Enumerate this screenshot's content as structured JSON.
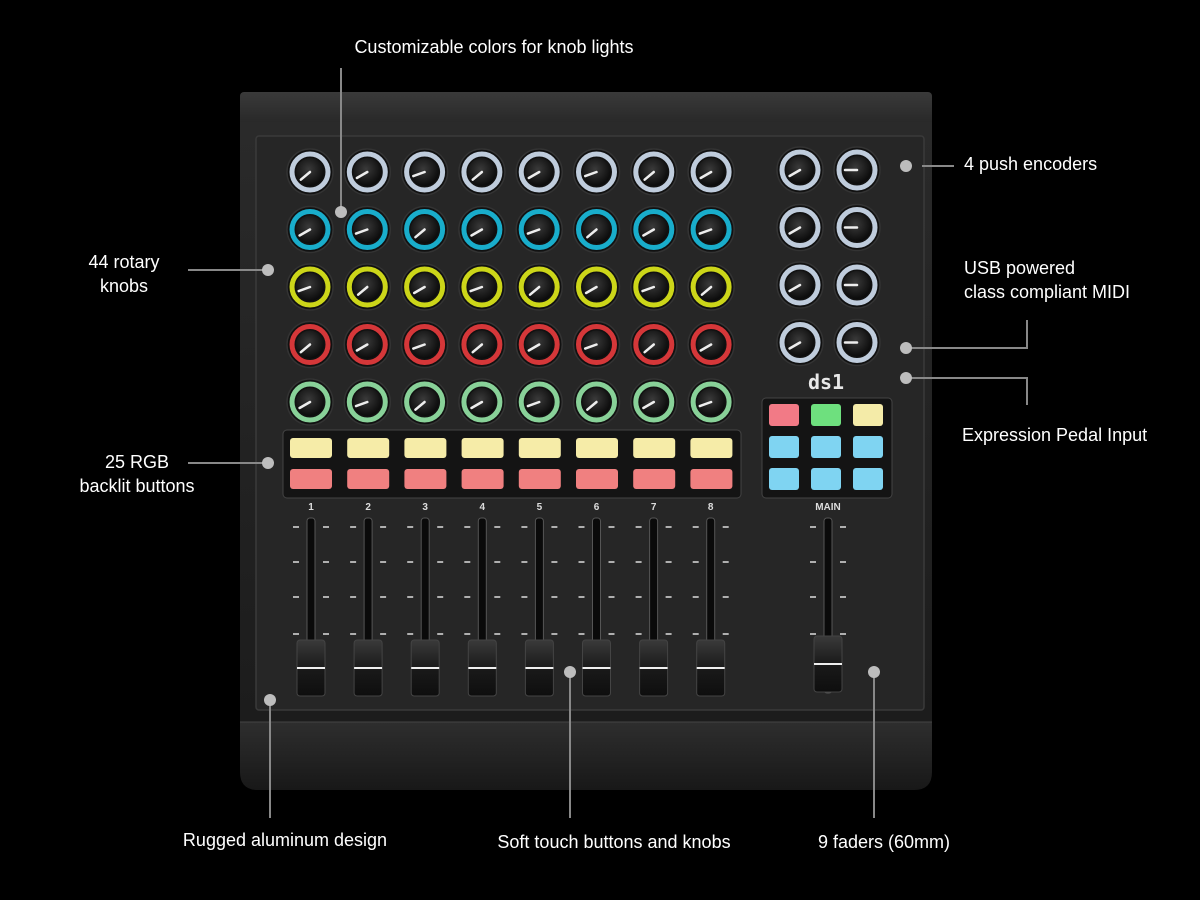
{
  "callouts": {
    "knob_lights": "Customizable colors for knob lights",
    "push_encoders": "4 push encoders",
    "rotary_knobs_line1": "44 rotary",
    "rotary_knobs_line2": "knobs",
    "usb_line1": "USB powered",
    "usb_line2": "class compliant MIDI",
    "expression_pedal": "Expression Pedal Input",
    "rgb_line1": "25 RGB",
    "rgb_line2": "backlit buttons",
    "rugged": "Rugged aluminum design",
    "soft_touch": "Soft touch buttons and knobs",
    "faders": "9 faders (60mm)"
  },
  "device": {
    "logo": "ds1",
    "main_label": "MAIN",
    "channel_labels": [
      "1",
      "2",
      "3",
      "4",
      "5",
      "6",
      "7",
      "8"
    ]
  },
  "colors": {
    "knob_rows": [
      "#c9d7e8",
      "#1ab6d6",
      "#d7e21a",
      "#e03a3c",
      "#8fdca0"
    ],
    "encoder_ring": "#c9d7e8",
    "button_row_top": "#f6eca8",
    "button_row_bottom": "#f08080",
    "pad_grid": [
      [
        "#f27a86",
        "#6ee07e",
        "#f4eba8"
      ],
      [
        "#7fd4f2",
        "#7fd4f2",
        "#7fd4f2"
      ],
      [
        "#7fd4f2",
        "#7fd4f2",
        "#7fd4f2"
      ]
    ]
  }
}
